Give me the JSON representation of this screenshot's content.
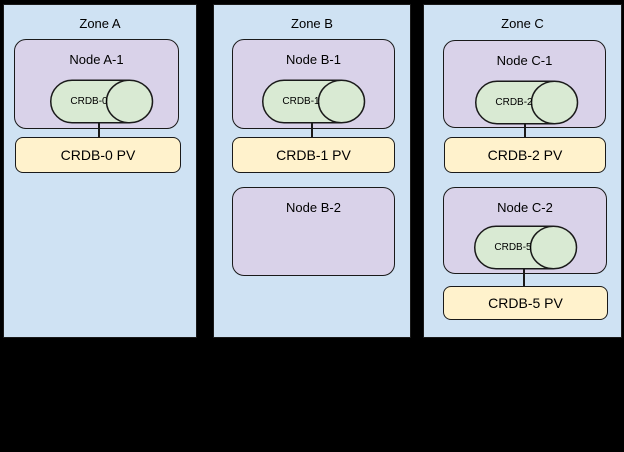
{
  "diagram": {
    "description": "CockroachDB pods and persistent volumes across availability zones",
    "colors": {
      "canvas_background": "#000000",
      "zone_fill": "#cfe2f3",
      "node_fill": "#d9d2e9",
      "db_fill": "#d9ead3",
      "pv_fill": "#fff2cc",
      "stroke": "#1a1a1a"
    },
    "zones": [
      {
        "title": "Zone A",
        "nodes": [
          {
            "label": "Node A-1",
            "db_label": "CRDB-0",
            "pv_label": "CRDB-0 PV"
          }
        ]
      },
      {
        "title": "Zone B",
        "nodes": [
          {
            "label": "Node B-1",
            "db_label": "CRDB-1",
            "pv_label": "CRDB-1 PV"
          },
          {
            "label": "Node B-2"
          }
        ]
      },
      {
        "title": "Zone C",
        "nodes": [
          {
            "label": "Node C-1",
            "db_label": "CRDB-2",
            "pv_label": "CRDB-2 PV"
          },
          {
            "label": "Node C-2",
            "db_label": "CRDB-5",
            "pv_label": "CRDB-5 PV"
          }
        ]
      }
    ]
  }
}
